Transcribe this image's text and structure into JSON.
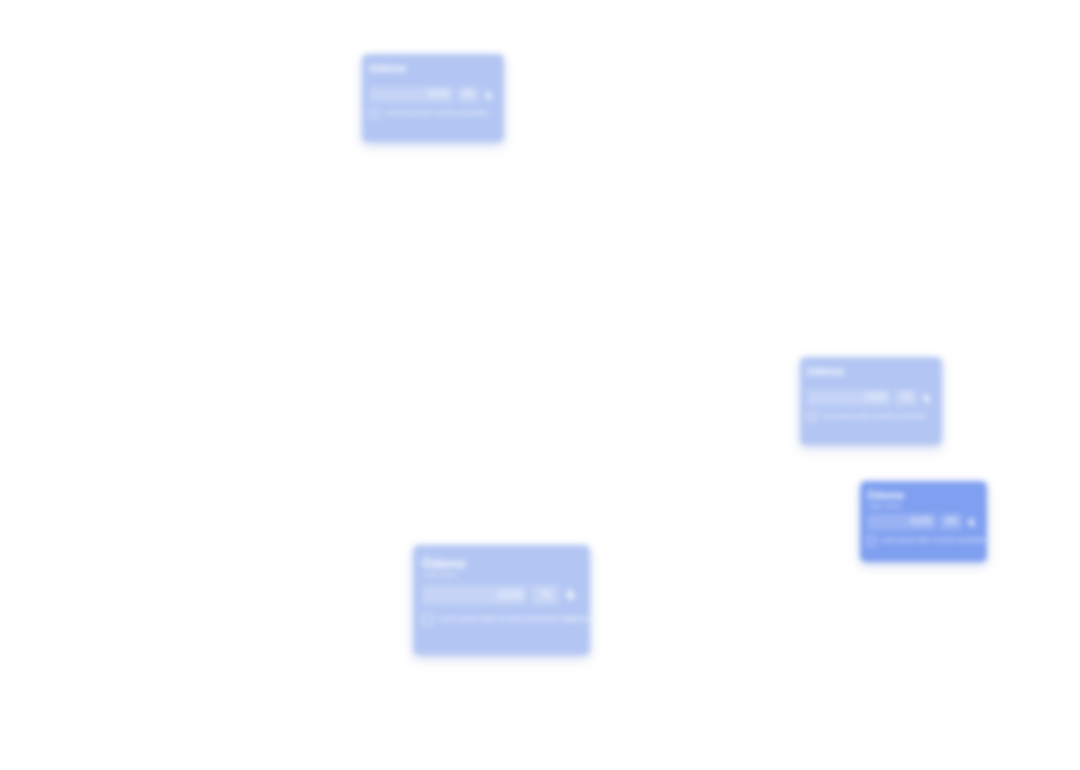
{
  "colors": {
    "card_active": "#7f9ff0",
    "card_inactive": "#b3c6f3",
    "field_active": "#9ab3f3",
    "field_inactive": "#c4d3f6"
  },
  "cards": [
    {
      "state": "inactive",
      "title": "Odeme",
      "subtitle": "",
      "amount": "1500",
      "decimal": "00",
      "currency": "₺",
      "note": "Lorem ipsum dolor sit amet consectetur",
      "icon": "checkbox-icon"
    },
    {
      "state": "inactive",
      "title": "Odeme",
      "subtitle": "",
      "amount": "1500",
      "decimal": "75",
      "currency": "₺",
      "note": "Lorem ipsum dolor sit amet consectetur",
      "icon": "checkbox-icon"
    },
    {
      "state": "active",
      "title": "Ödeme",
      "subtitle": "Tutarı Giriniz",
      "amount": "4100",
      "decimal": "00",
      "currency": "₺",
      "note": "Lorem ipsum dolor sit amet consectetur adipiscing",
      "icon": "checkbox-icon"
    },
    {
      "state": "inactive",
      "title": "Ödeme",
      "subtitle": "Tutarı Giriniz",
      "amount": "1500",
      "decimal": "75",
      "currency": "₺",
      "note": "Lorem ipsum dolor sit amet consectetur adipiscing elit",
      "icon": "checkbox-icon"
    }
  ]
}
